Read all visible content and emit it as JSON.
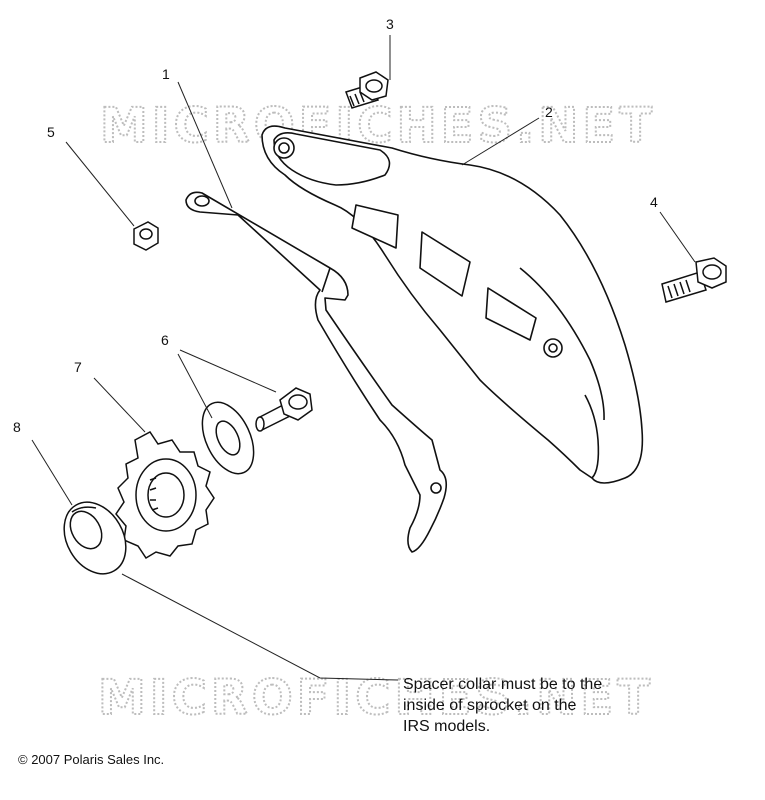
{
  "callouts": [
    {
      "id": "1",
      "label": "1"
    },
    {
      "id": "2",
      "label": "2"
    },
    {
      "id": "3",
      "label": "3"
    },
    {
      "id": "4",
      "label": "4"
    },
    {
      "id": "5",
      "label": "5"
    },
    {
      "id": "6",
      "label": "6"
    },
    {
      "id": "7",
      "label": "7"
    },
    {
      "id": "8",
      "label": "8"
    }
  ],
  "watermark": {
    "text": "MICROFICHES.NET"
  },
  "note": {
    "line1": "Spacer collar must be to the",
    "line2": "inside of sprocket on the",
    "line3": "IRS models."
  },
  "copyright": {
    "text": "© 2007 Polaris Sales Inc."
  }
}
